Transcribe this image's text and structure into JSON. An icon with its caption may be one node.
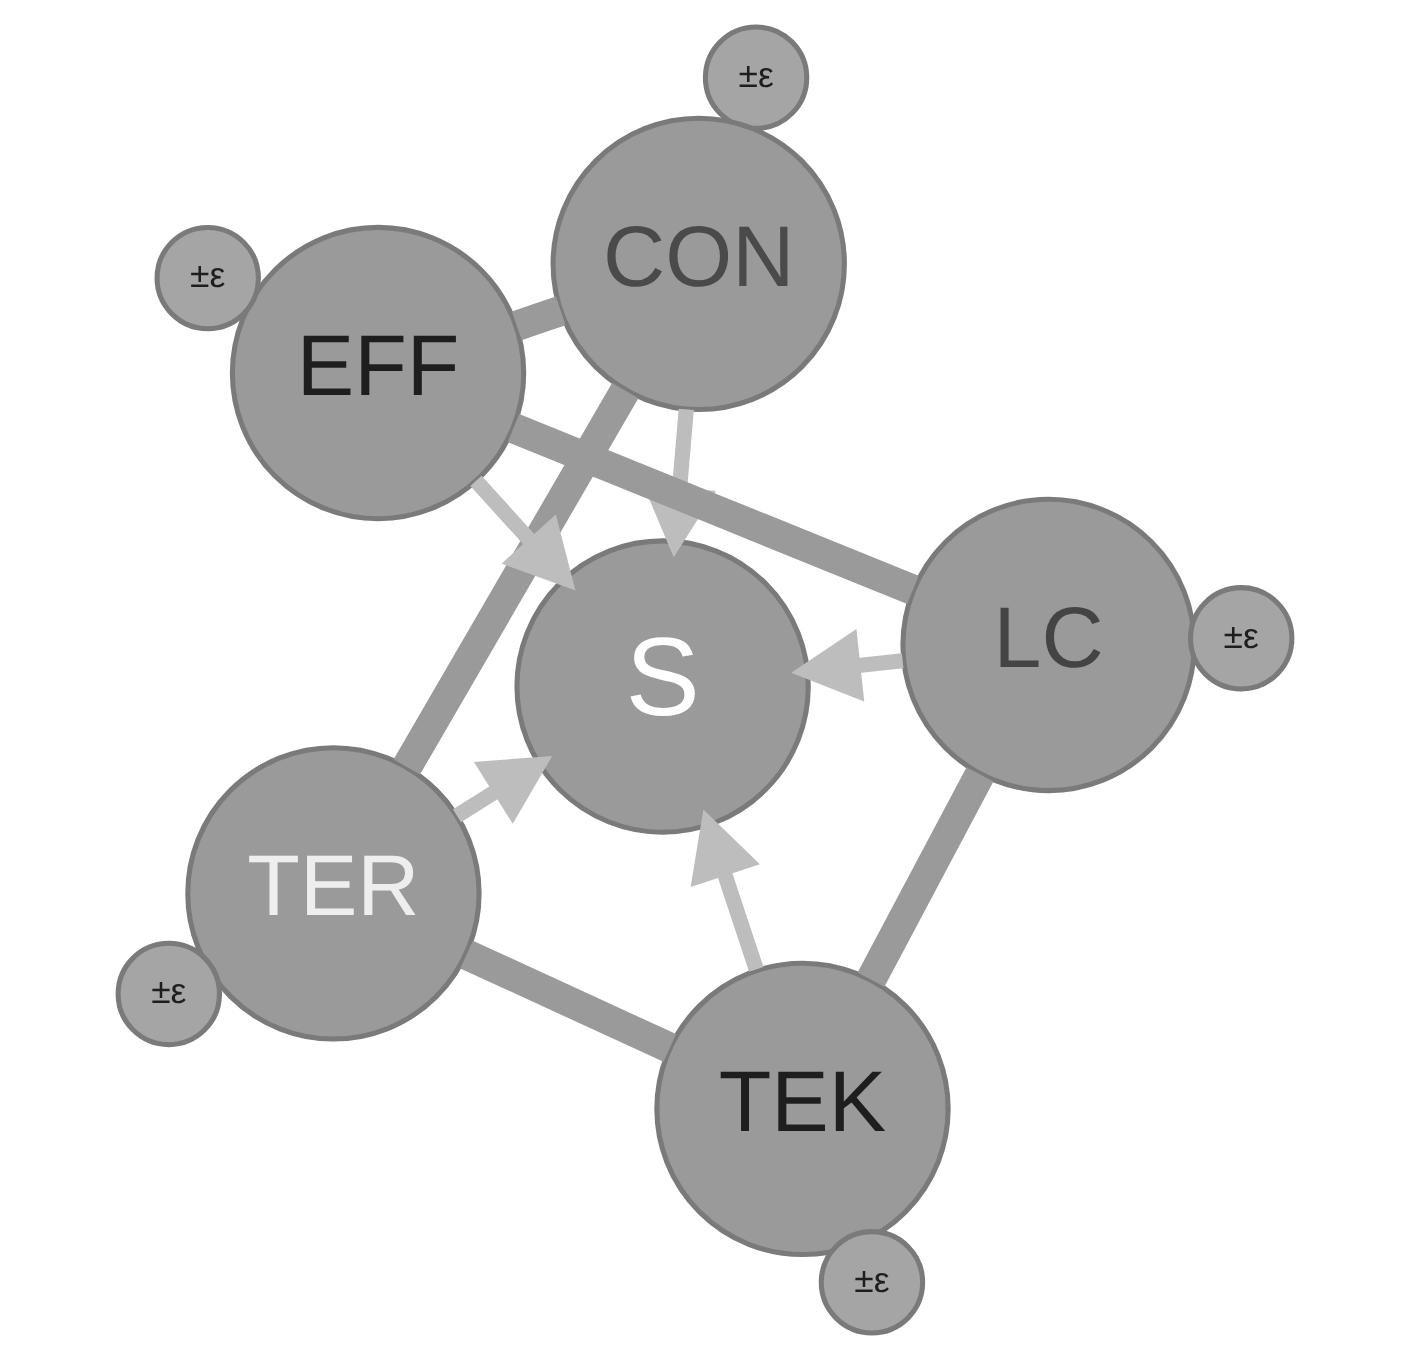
{
  "diagram": {
    "nodes": [
      {
        "text": [
          "±ε"
        ]
      },
      {
        "text": [
          "CON"
        ]
      },
      {
        "text": [
          "EFF"
        ]
      },
      {
        "text": [
          "±ε"
        ]
      },
      {
        "text": [
          "TER"
        ]
      },
      {
        "text": [
          "S"
        ]
      },
      {
        "text": [
          "±ε"
        ]
      },
      {
        "text": [
          "LC"
        ]
      },
      {
        "text": [
          "TEK"
        ]
      },
      {
        "text": [
          "±ε"
        ]
      },
      {
        "text": [
          "±ε"
        ]
      }
    ],
    "edges": [
      {
        "from": 1,
        "to": 4,
        "arrow": "none",
        "style": "thick"
      },
      {
        "from": 4,
        "to": 8,
        "arrow": "none",
        "style": "thick"
      },
      {
        "from": 8,
        "to": 7,
        "arrow": "none",
        "style": "thick"
      },
      {
        "from": 7,
        "to": 2,
        "arrow": "none",
        "style": "thick"
      },
      {
        "from": 2,
        "to": 1,
        "arrow": "none",
        "style": "thick"
      },
      {
        "from": 1,
        "to": 5,
        "arrow": "to"
      },
      {
        "from": 2,
        "to": 5,
        "arrow": "to"
      },
      {
        "from": 4,
        "to": 5,
        "arrow": "to"
      },
      {
        "from": 7,
        "to": 5,
        "arrow": "to"
      },
      {
        "from": 8,
        "to": 5,
        "arrow": "to"
      }
    ]
  }
}
